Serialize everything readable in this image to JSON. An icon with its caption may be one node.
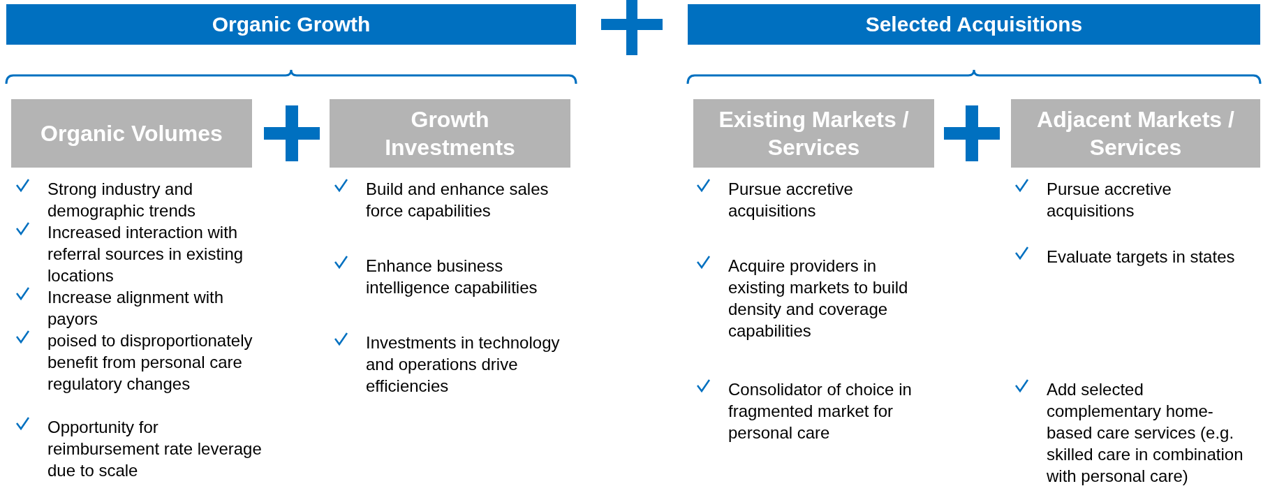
{
  "diagram": {
    "nodes": [
      {
        "text": [
          "Organic Growth"
        ]
      },
      {
        "text": [
          "Selected Acquisitions"
        ]
      },
      {
        "text": [
          "Organic Volumes"
        ]
      },
      {
        "text": [
          "Growth Investments"
        ]
      },
      {
        "text": [
          "Existing Markets / Services"
        ]
      },
      {
        "text": [
          "Adjacent Markets / Services"
        ]
      }
    ],
    "edges": [],
    "labels": [
      "Strong industry and demographic trends",
      "Build and enhance sales force capabilities",
      "Pursue accretive acquisitions",
      "Pursue accretive acquisitions",
      "Increased interaction with referral sources in existing locations",
      "Evaluate targets in states",
      "Enhance business intelligence capabilities",
      "Acquire providers in existing markets to build density and coverage capabilities",
      "Increase alignment with payors",
      "poised to disproportionately benefit from personal care regulatory changes",
      "Investments in technology and operations drive efficiencies",
      "Consolidator of choice in fragmented market for personal care",
      "Add selected complementary home-based care services (e.g. skilled care in combination with personal care)",
      "Opportunity for reimbursement rate leverage due to scale"
    ]
  }
}
